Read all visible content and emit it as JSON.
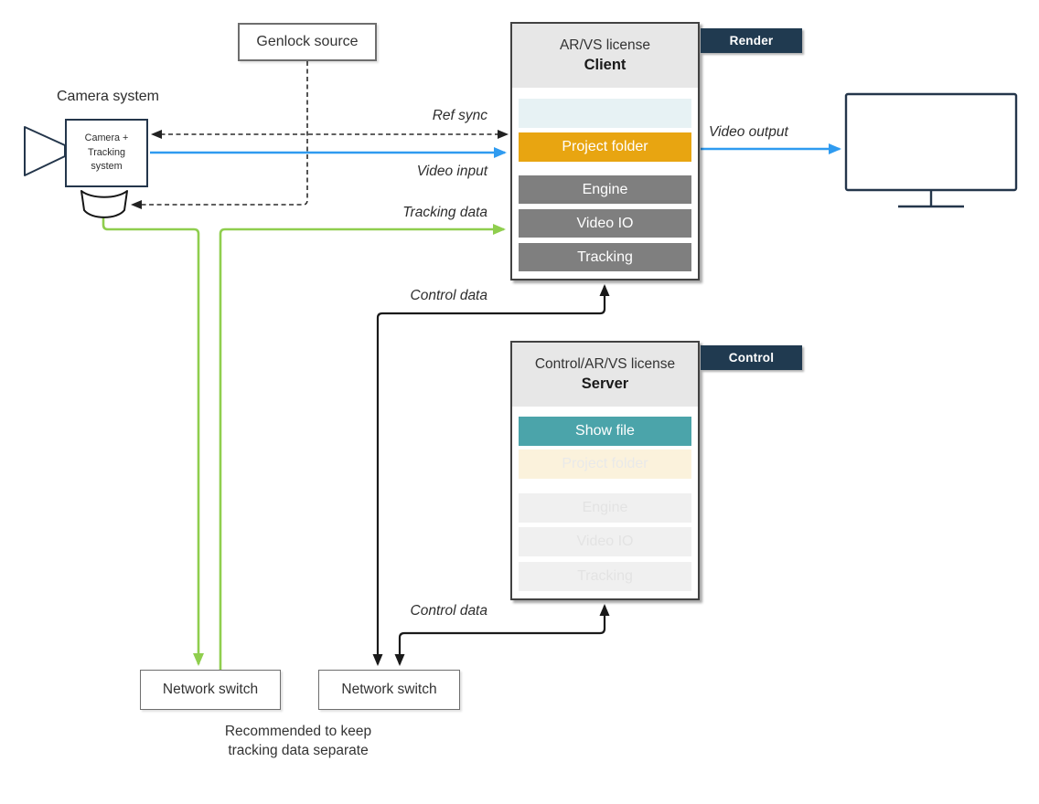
{
  "camera": {
    "title": "Camera system",
    "unit_lines": [
      "Camera +",
      "Tracking",
      "system"
    ]
  },
  "genlock": {
    "label": "Genlock source"
  },
  "client": {
    "license": "AR/VS license",
    "role": "Client",
    "tag": "Render",
    "rows": {
      "placeholder": "",
      "project_folder": "Project folder",
      "engine": "Engine",
      "video_io": "Video IO",
      "tracking": "Tracking"
    }
  },
  "server": {
    "license": "Control/AR/VS license",
    "role": "Server",
    "tag": "Control",
    "rows": {
      "show_file": "Show file",
      "project_folder": "Project folder",
      "engine": "Engine",
      "video_io": "Video IO",
      "tracking": "Tracking"
    }
  },
  "switches": {
    "left": "Network switch",
    "right": "Network switch"
  },
  "note": {
    "line1": "Recommended to keep",
    "line2": "tracking data separate"
  },
  "flow_labels": {
    "ref_sync": "Ref sync",
    "video_input": "Video input",
    "tracking_data": "Tracking data",
    "video_output": "Video output",
    "control_data_top": "Control data",
    "control_data_bottom": "Control data"
  },
  "colors": {
    "accent_orange": "#E8A511",
    "accent_teal": "#4BA4AA",
    "module_gray": "#7F7F7F",
    "tag_navy": "#203A50",
    "flow_blue": "#2F9BF0",
    "flow_green": "#8FCE4E",
    "flow_black": "#1A1A1A",
    "header_gray": "#E7E7E7"
  }
}
